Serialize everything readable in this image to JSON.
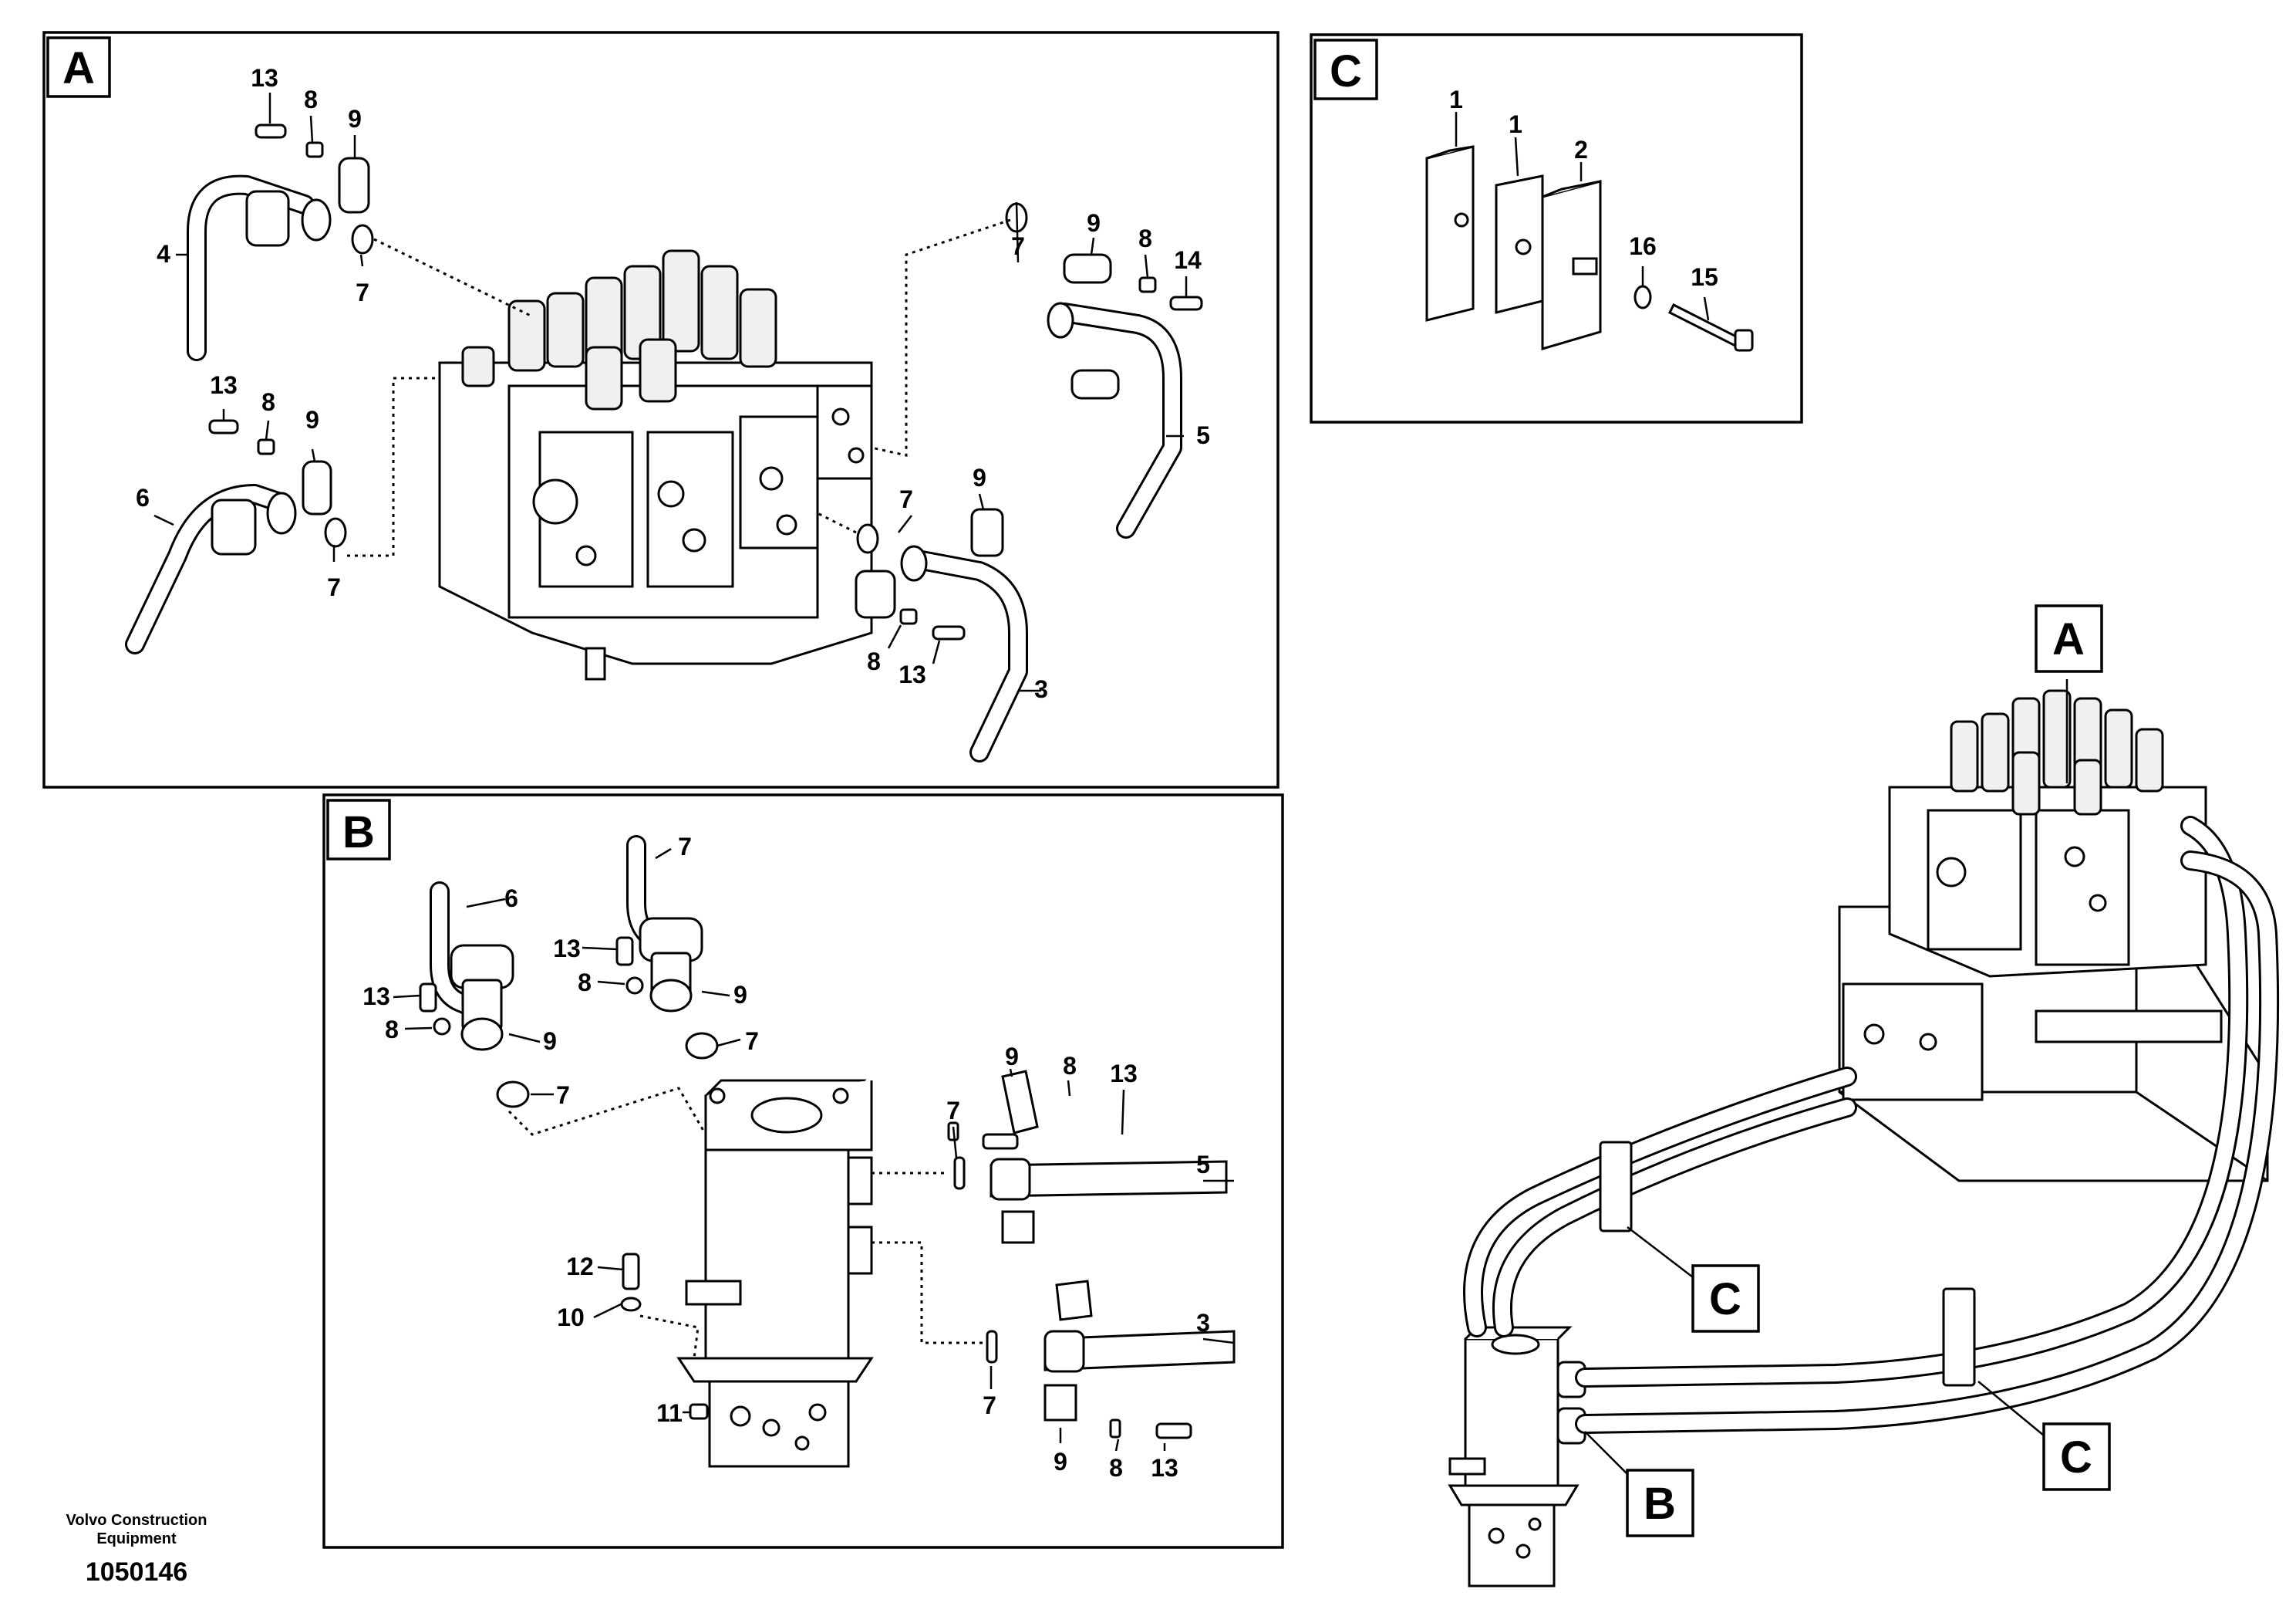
{
  "panels": [
    {
      "id": "A",
      "letter": "A"
    },
    {
      "id": "B",
      "letter": "B"
    },
    {
      "id": "C",
      "letter": "C"
    }
  ],
  "overview_labels": {
    "a": "A",
    "b": "B",
    "c1": "C",
    "c2": "C"
  },
  "panel_a_callouts": [
    "13",
    "8",
    "9",
    "4",
    "7",
    "13",
    "8",
    "9",
    "6",
    "7",
    "7",
    "9",
    "8",
    "14",
    "5",
    "7",
    "9",
    "8",
    "13",
    "3"
  ],
  "panel_b_callouts": [
    "6",
    "7",
    "13",
    "8",
    "9",
    "13",
    "8",
    "9",
    "7",
    "7",
    "9",
    "8",
    "13",
    "5",
    "7",
    "12",
    "10",
    "3",
    "11",
    "7",
    "9",
    "8",
    "13"
  ],
  "panel_c_callouts": [
    "1",
    "1",
    "2",
    "16",
    "15"
  ],
  "caption": {
    "line1": "Volvo Construction",
    "line2": "Equipment",
    "id": "1050146"
  }
}
